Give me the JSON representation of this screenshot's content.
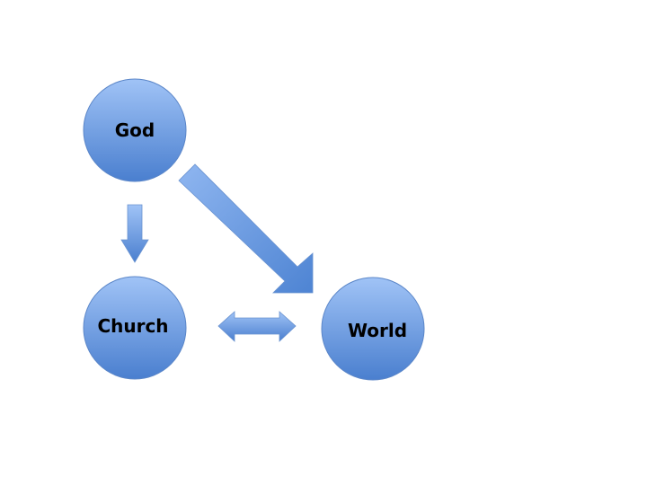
{
  "nodes": {
    "god": {
      "label": "God"
    },
    "church": {
      "label": "Church"
    },
    "world": {
      "label": "World"
    }
  },
  "colors": {
    "fill_top": "#9cc0f5",
    "fill_bottom": "#4a80d0",
    "stroke": "#5b86c8"
  }
}
